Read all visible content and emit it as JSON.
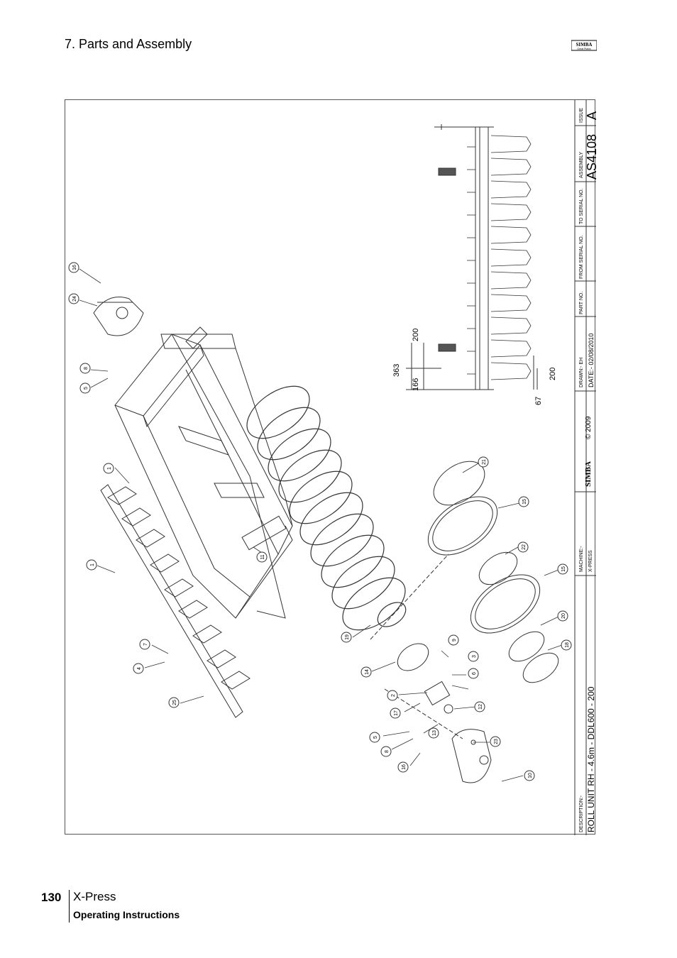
{
  "header": {
    "section": "7. Parts and Assembly",
    "logo_brand": "SIMBA",
    "logo_sub": "Great Plains"
  },
  "drawing": {
    "dimensions": [
      "166",
      "363",
      "200",
      "67",
      "200"
    ],
    "callouts": [
      "16",
      "24",
      "8",
      "5",
      "1",
      "1",
      "11",
      "7",
      "4",
      "25",
      "19",
      "14",
      "9",
      "3",
      "6",
      "2",
      "17",
      "12",
      "13",
      "5",
      "8",
      "16",
      "23",
      "10",
      "21",
      "15",
      "22",
      "15",
      "20",
      "18"
    ],
    "title_block": {
      "description_label": "DESCRIPTION:-",
      "description": "ROLL UNIT RH - 4.6m - DDL600 - 200",
      "machine_label": "MACHINE:-",
      "machine": "X-PRESS",
      "copyright": "© 2009",
      "drawn": "DRAWN:-  EH",
      "date": "DATE:-  02/08/2010",
      "part_no_label": "PART NO.",
      "from_serial_label": "FROM SERIAL NO.",
      "to_serial_label": "TO SERIAL NO.",
      "assembly_label": "ASSEMBLY",
      "assembly": "AS4108",
      "issue_label": "ISSUE",
      "issue": "A"
    }
  },
  "footer": {
    "page_number": "130",
    "product": "X-Press",
    "document": "Operating Instructions"
  },
  "colors": {
    "ink": "#000000",
    "line": "#333333",
    "border": "#555555"
  }
}
